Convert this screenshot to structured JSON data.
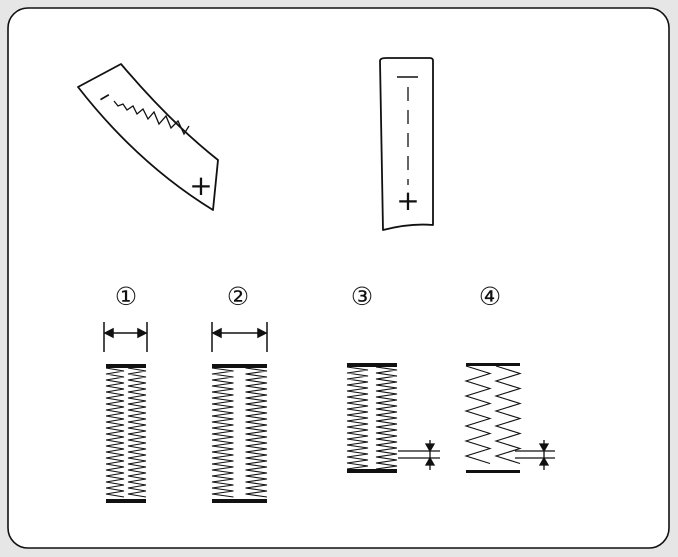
{
  "dials": {
    "width_dial": {
      "minus": "–",
      "plus": "+"
    },
    "length_dial": {
      "minus": "–",
      "plus": "+"
    }
  },
  "samples": [
    {
      "number": "①"
    },
    {
      "number": "②"
    },
    {
      "number": "③"
    },
    {
      "number": "④"
    }
  ],
  "colors": {
    "background": "#e6e6e6",
    "panel": "#ffffff",
    "ink": "#111111"
  }
}
